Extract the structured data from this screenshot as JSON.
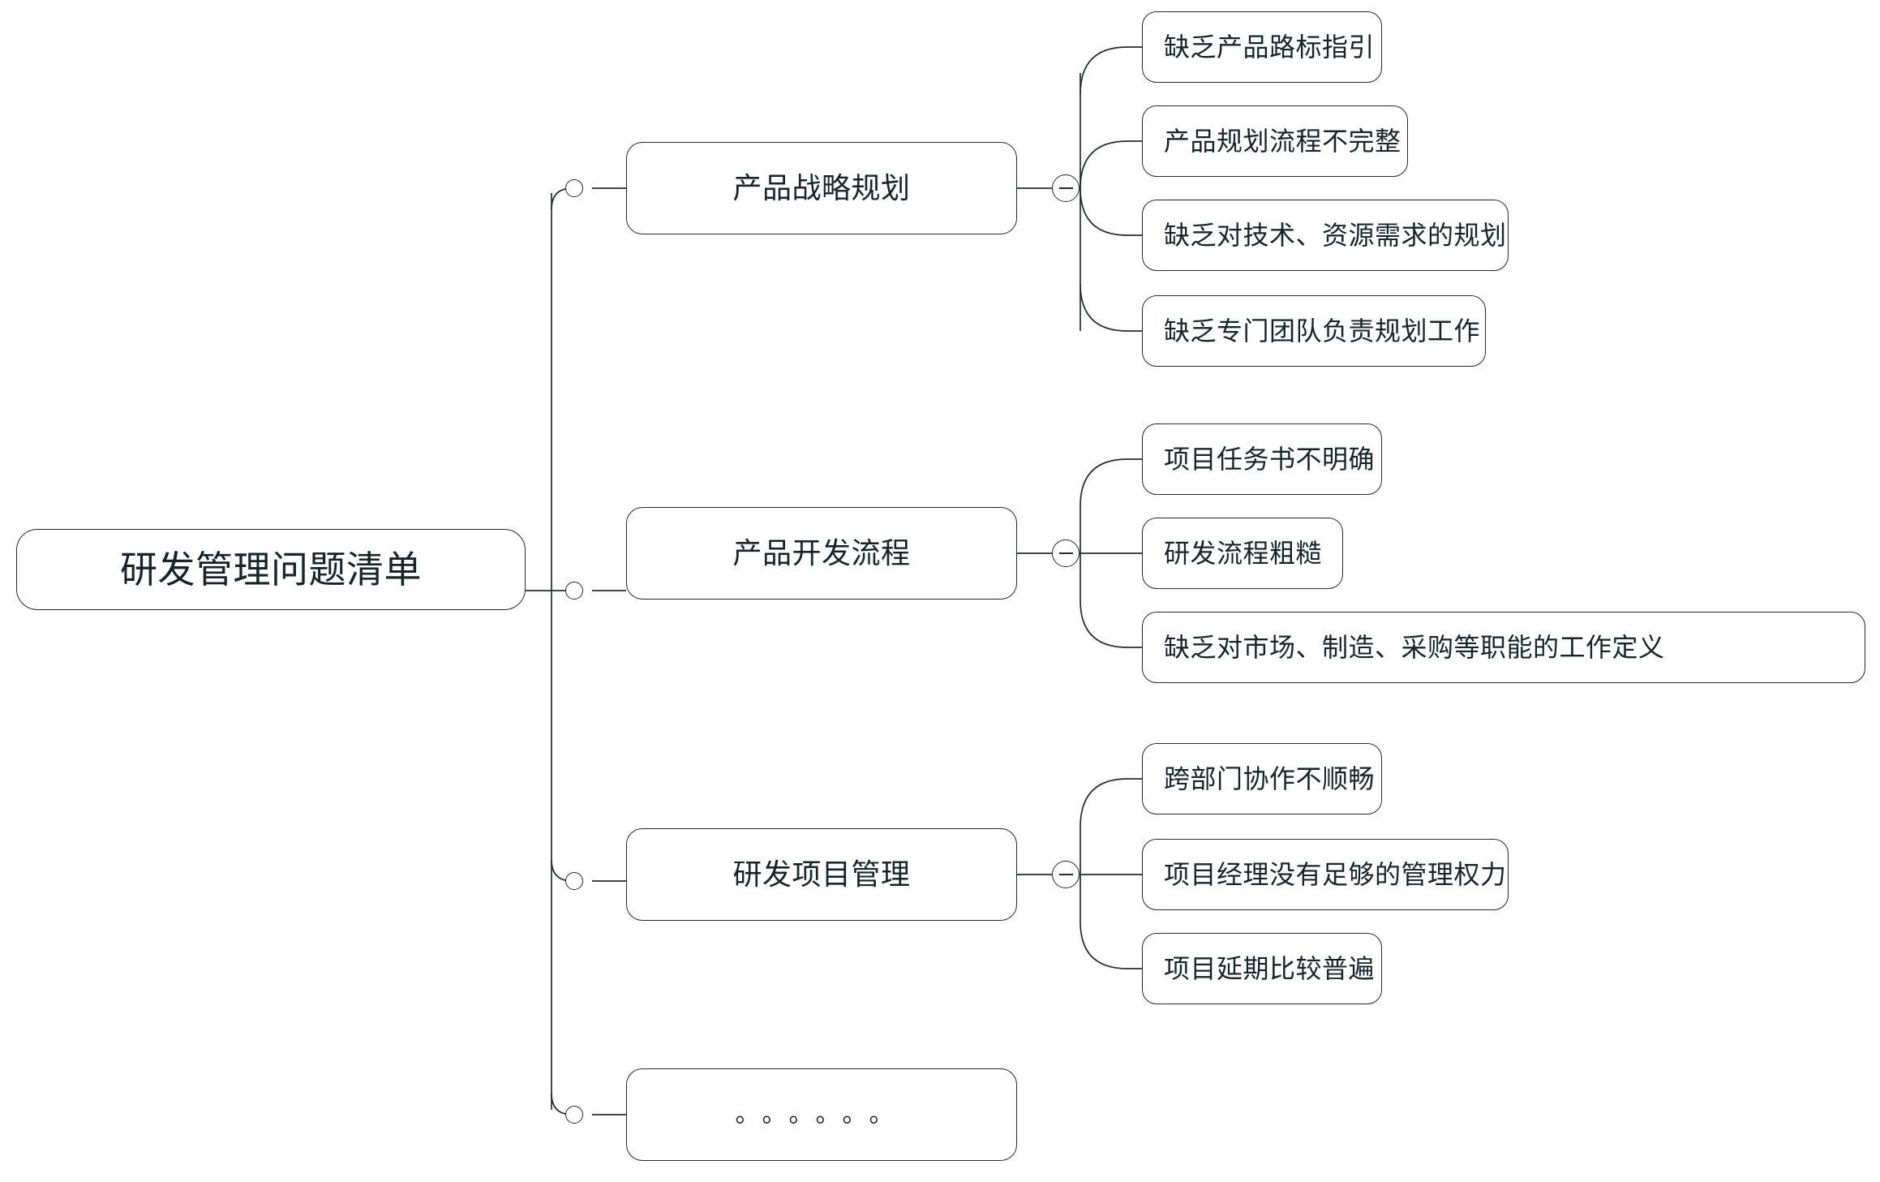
{
  "diagram": {
    "type": "mindmap",
    "title": "研发管理问题清单",
    "background_color": "#ffffff",
    "line_color": "#262b2e",
    "text_color": "#17252a",
    "root": {
      "label": "研发管理问题清单"
    },
    "branches": [
      {
        "label": "产品战略规划",
        "collapse_toggle": "minus",
        "children": [
          {
            "label": "缺乏产品路标指引"
          },
          {
            "label": "产品规划流程不完整"
          },
          {
            "label": "缺乏对技术、资源需求的规划"
          },
          {
            "label": "缺乏专门团队负责规划工作"
          }
        ]
      },
      {
        "label": "产品开发流程",
        "collapse_toggle": "minus",
        "children": [
          {
            "label": "项目任务书不明确"
          },
          {
            "label": "研发流程粗糙"
          },
          {
            "label": "缺乏对市场、制造、采购等职能的工作定义"
          }
        ]
      },
      {
        "label": "研发项目管理",
        "collapse_toggle": "minus",
        "children": [
          {
            "label": "跨部门协作不顺畅"
          },
          {
            "label": "项目经理没有足够的管理权力"
          },
          {
            "label": "项目延期比较普遍"
          }
        ]
      },
      {
        "label": "。。。。。。",
        "collapse_toggle": "none",
        "children": []
      }
    ]
  }
}
